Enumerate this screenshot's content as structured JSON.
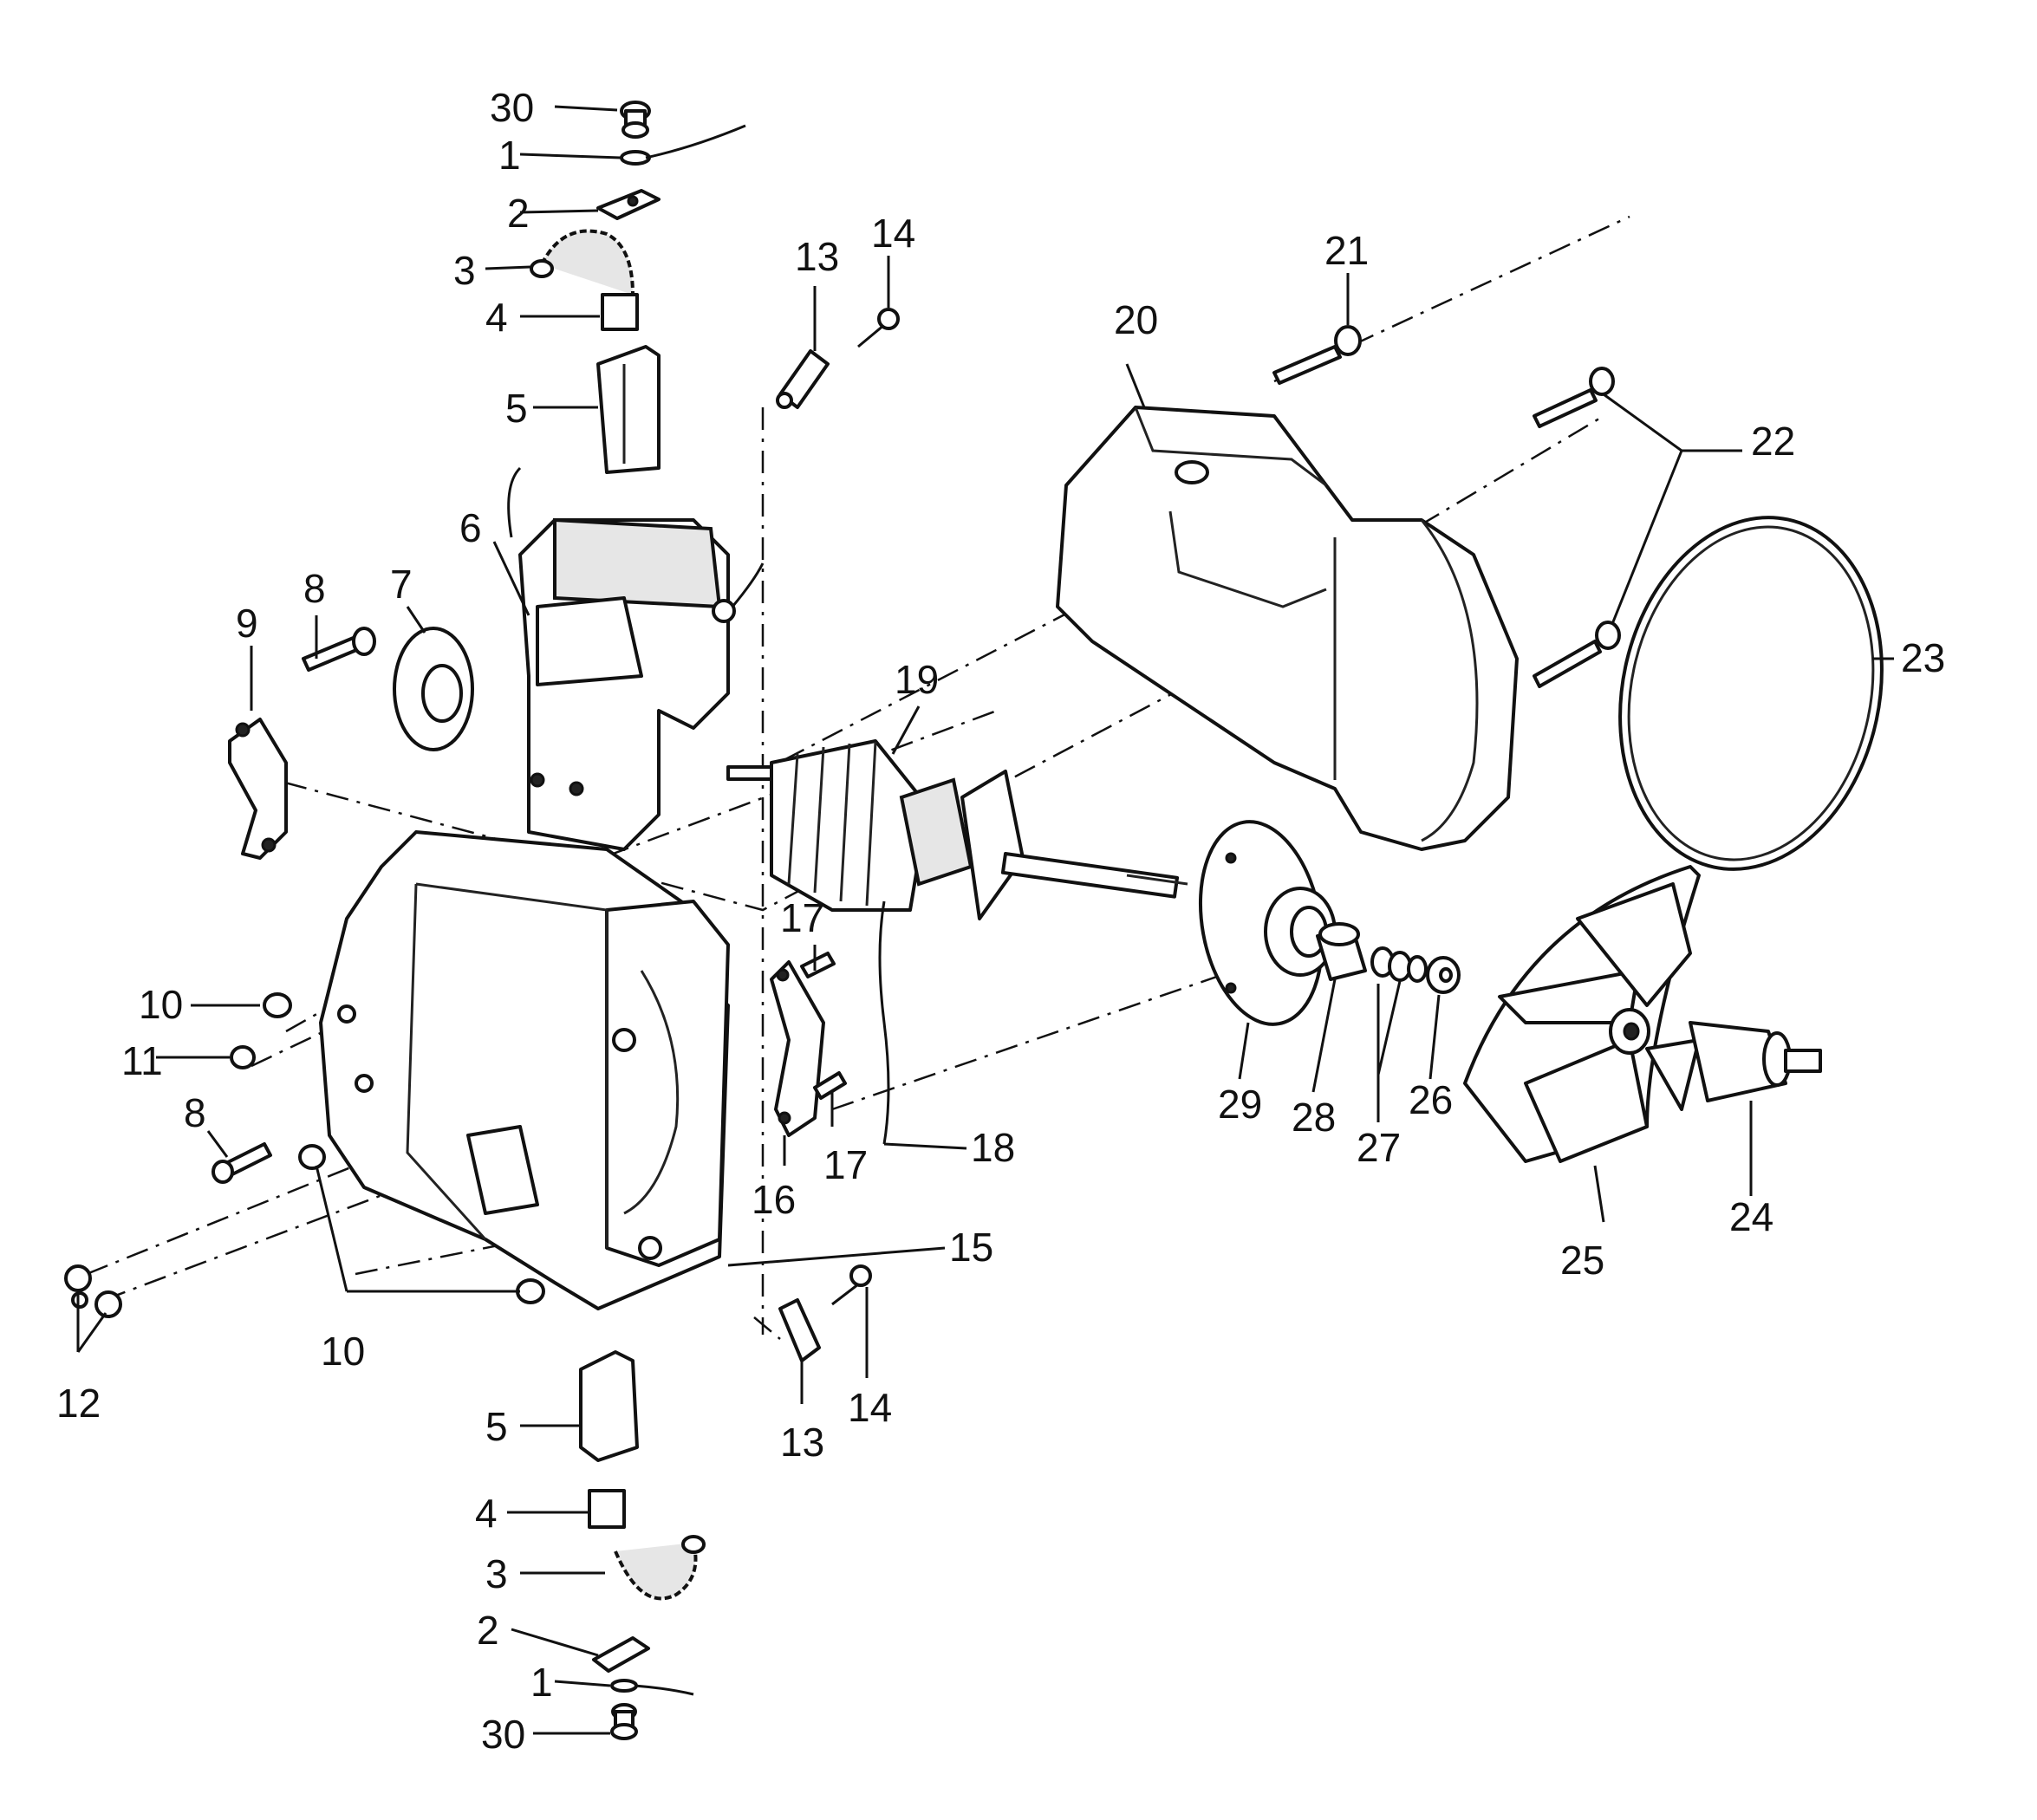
{
  "callouts": {
    "c1_top": "1",
    "c1_bottom": "1",
    "c2_top": "2",
    "c2_bottom": "2",
    "c3_top": "3",
    "c3_bottom": "3",
    "c4_top": "4",
    "c4_bottom": "4",
    "c5_top": "5",
    "c5_bottom": "5",
    "c6": "6",
    "c7": "7",
    "c8_top": "8",
    "c8_bottom": "8",
    "c9": "9",
    "c10_top": "10",
    "c10_bottom": "10",
    "c11": "11",
    "c12": "12",
    "c13_top": "13",
    "c13_bottom": "13",
    "c14_top": "14",
    "c14_bottom": "14",
    "c15": "15",
    "c16": "16",
    "c17_top": "17",
    "c17_bottom": "17",
    "c18": "18",
    "c19": "19",
    "c20": "20",
    "c21": "21",
    "c22": "22",
    "c23": "23",
    "c24": "24",
    "c25": "25",
    "c26": "26",
    "c27": "27",
    "c28": "28",
    "c29": "29",
    "c30_top": "30",
    "c30_bottom": "30"
  }
}
